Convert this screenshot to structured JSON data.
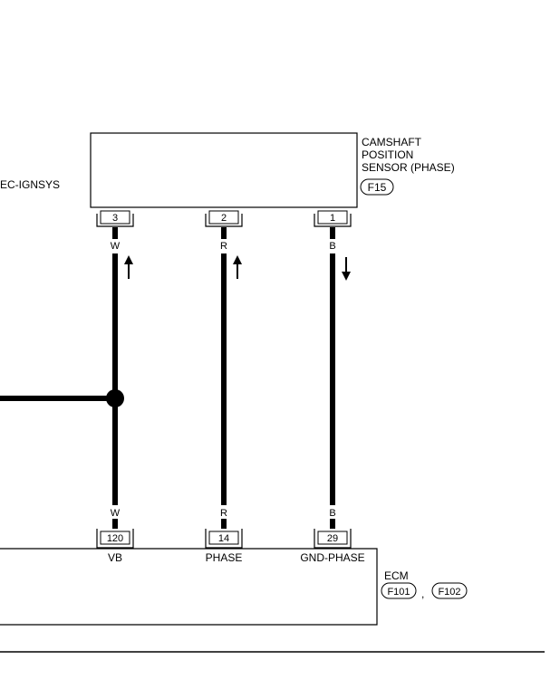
{
  "sensor": {
    "name_lines": [
      "CAMSHAFT",
      "POSITION",
      "SENSOR (PHASE)"
    ],
    "connector": "F15"
  },
  "ecm": {
    "name": "ECM",
    "connectors": [
      "F101",
      "F102"
    ],
    "separator": ","
  },
  "reference": "EC-IGNSYS",
  "wires": [
    {
      "sensor_pin": "3",
      "color_top": "W",
      "color_bottom": "W",
      "ecm_pin": "120",
      "ecm_label": "VB",
      "flow": "up"
    },
    {
      "sensor_pin": "2",
      "color_top": "R",
      "color_bottom": "R",
      "ecm_pin": "14",
      "ecm_label": "PHASE",
      "flow": "up"
    },
    {
      "sensor_pin": "1",
      "color_top": "B",
      "color_bottom": "B",
      "ecm_pin": "29",
      "ecm_label": "GND-PHASE",
      "flow": "down"
    }
  ]
}
